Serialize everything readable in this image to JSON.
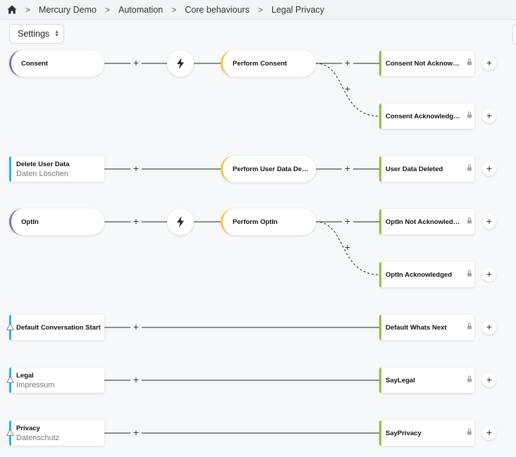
{
  "breadcrumb": {
    "home_icon": "home-icon",
    "items": [
      "Mercury Demo",
      "Automation",
      "Core behaviours",
      "Legal Privacy"
    ]
  },
  "settings": {
    "label": "Settings",
    "icon": "updown-chevron-icon"
  },
  "plus_symbol": "+",
  "colors": {
    "trigger_border": "#7c6bc4",
    "action_border": "#f2c744",
    "intent_border": "#28b5e1",
    "output_border": "#8fc13e",
    "line": "#222222"
  },
  "flows": [
    {
      "start": {
        "title": "Consent",
        "kind": "trigger"
      },
      "has_trigger_icon": true,
      "action": {
        "title": "Perform Consent"
      },
      "outputs": [
        {
          "title": "Consent Not Acknowledg..."
        },
        {
          "title": "Consent Acknowledged"
        }
      ]
    },
    {
      "start": {
        "title": "Delete User Data",
        "subtitle": "Daten Löschen",
        "kind": "intent"
      },
      "has_trigger_icon": false,
      "action": {
        "title": "Perform User Data Delet..."
      },
      "outputs": [
        {
          "title": "User Data Deleted"
        }
      ]
    },
    {
      "start": {
        "title": "OptIn",
        "kind": "trigger"
      },
      "has_trigger_icon": true,
      "action": {
        "title": "Perform OptIn"
      },
      "outputs": [
        {
          "title": "OptIn Not Acknowledged"
        },
        {
          "title": "OptIn Acknowledged"
        }
      ]
    },
    {
      "start": {
        "title": "Default Conversation Start",
        "kind": "intent",
        "warning": true
      },
      "outputs": [
        {
          "title": "Default Whats Next"
        }
      ]
    },
    {
      "start": {
        "title": "Legal",
        "subtitle": "Impressum",
        "kind": "intent",
        "warning": true
      },
      "outputs": [
        {
          "title": "SayLegal"
        }
      ]
    },
    {
      "start": {
        "title": "Privacy",
        "subtitle": "Datenschutz",
        "kind": "intent",
        "warning": true
      },
      "outputs": [
        {
          "title": "SayPrivacy"
        }
      ]
    }
  ]
}
